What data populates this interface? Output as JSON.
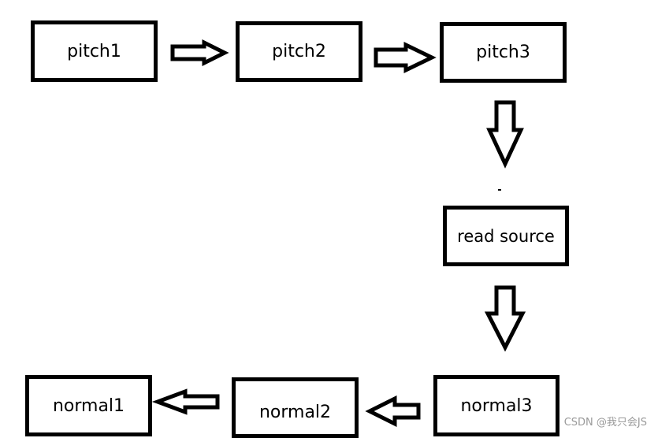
{
  "diagram": {
    "nodes": [
      {
        "id": "pitch1",
        "label": "pitch1"
      },
      {
        "id": "pitch2",
        "label": "pitch2"
      },
      {
        "id": "pitch3",
        "label": "pitch3"
      },
      {
        "id": "read_source",
        "label": "read source"
      },
      {
        "id": "normal3",
        "label": "normal3"
      },
      {
        "id": "normal2",
        "label": "normal2"
      },
      {
        "id": "normal1",
        "label": "normal1"
      }
    ],
    "edges": [
      {
        "from": "pitch1",
        "to": "pitch2"
      },
      {
        "from": "pitch2",
        "to": "pitch3"
      },
      {
        "from": "pitch3",
        "to": "read_source"
      },
      {
        "from": "read_source",
        "to": "normal3"
      },
      {
        "from": "normal3",
        "to": "normal2"
      },
      {
        "from": "normal2",
        "to": "normal1"
      }
    ]
  },
  "watermark": "CSDN @我只会JS"
}
